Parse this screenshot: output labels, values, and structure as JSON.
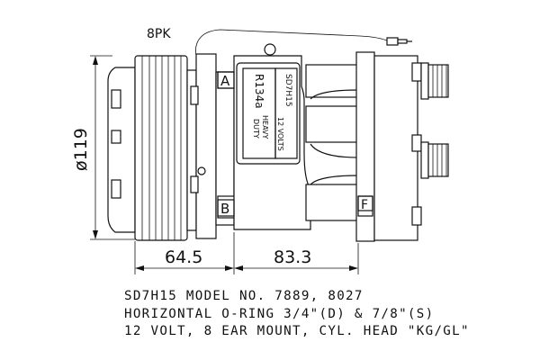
{
  "drawing": {
    "belt_label": "8PK",
    "diameter_label": "ø119",
    "dim_front": "64.5",
    "dim_body": "83.3",
    "mark_a": "A",
    "mark_b": "B",
    "mark_f": "F",
    "label_model": "SD7H15",
    "label_volts": "12 VOLTS",
    "label_refrigerant": "R134a",
    "label_heavy": "HEAVY",
    "label_duty": "DUTY"
  },
  "caption": {
    "line1": "SD7H15 MODEL NO. 7889, 8027",
    "line2": "HORIZONTAL O-RING 3/4\"(D) & 7/8\"(S)",
    "line3": "12 VOLT, 8 EAR MOUNT, CYL. HEAD \"KG/GL\""
  }
}
